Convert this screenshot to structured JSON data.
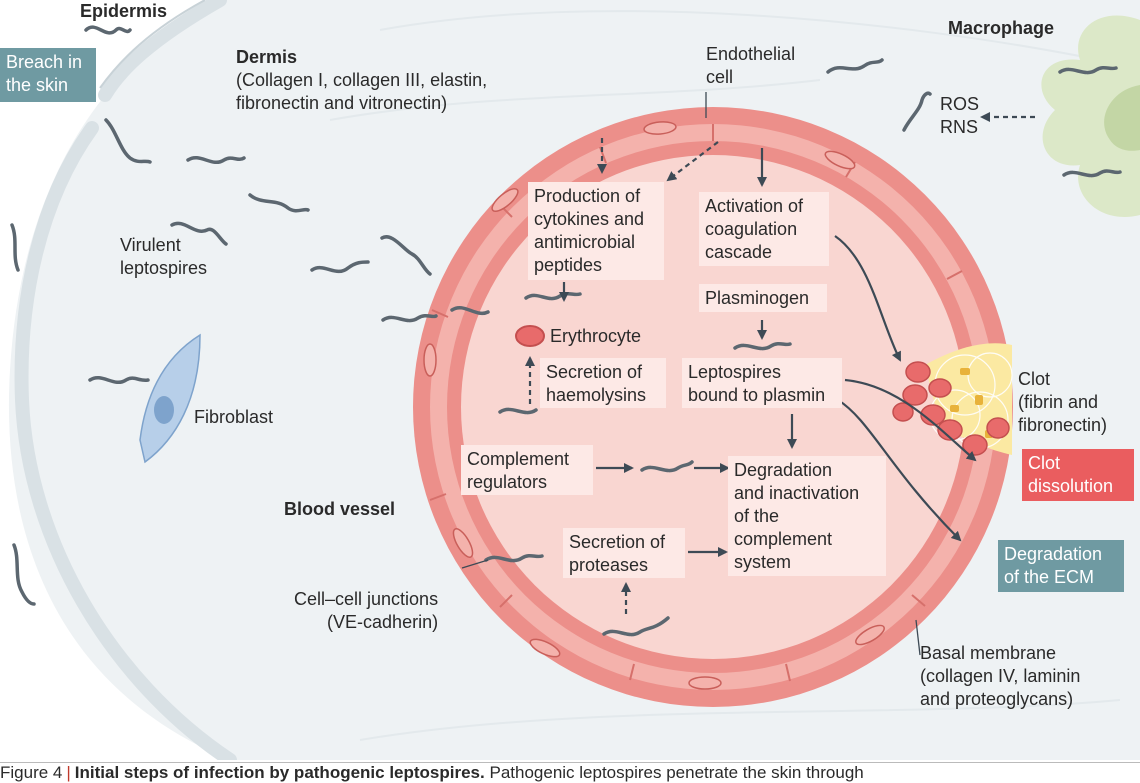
{
  "labels": {
    "epidermis": "Epidermis",
    "dermis_title": "Dermis",
    "dermis_sub": "(Collagen I, collagen III, elastin,\nfibronectin and vitronectin)",
    "breach": "Breach in\nthe skin",
    "virulent": "Virulent\nleptospires",
    "fibroblast": "Fibroblast",
    "blood_vessel": "Blood vessel",
    "cell_junctions": "Cell–cell junctions\n(VE-cadherin)",
    "endothelial": "Endothelial\ncell",
    "macrophage": "Macrophage",
    "ros_rns": "ROS\nRNS",
    "production": "Production of\ncytokines and\nantimicrobial\npeptides",
    "activation": "Activation of\ncoagulation\ncascade",
    "plasminogen": "Plasminogen",
    "erythrocyte": "Erythrocyte",
    "haemolysins": "Secretion of\nhaemolysins",
    "bound_plasmin": "Leptospires\nbound to plasmin",
    "complement_reg": "Complement\nregulators",
    "degradation": "Degradation\nand inactivation\nof the\ncomplement\nsystem",
    "proteases": "Secretion of\nproteases",
    "clot": "Clot\n(fibrin and\nfibronectin)",
    "clot_dissolution": "Clot\ndissolution",
    "degradation_ecm": "Degradation\nof the ECM",
    "basal": "Basal membrane\n(collagen IV, laminin\nand proteoglycans)"
  },
  "caption": {
    "figure": "Figure 4",
    "title": "Initial steps of infection by pathogenic leptospires.",
    "text": "Pathogenic leptospires penetrate the skin through"
  },
  "colors": {
    "tissue": "#eef2f4",
    "vessel_wall": "#ec8f8a",
    "lumen": "#f9d6d1",
    "red_tag": "#ea5d5f",
    "teal_tag": "#6f9aa2",
    "macrophage": "#dce8c8",
    "fibroblast": "#b7cfe9"
  }
}
